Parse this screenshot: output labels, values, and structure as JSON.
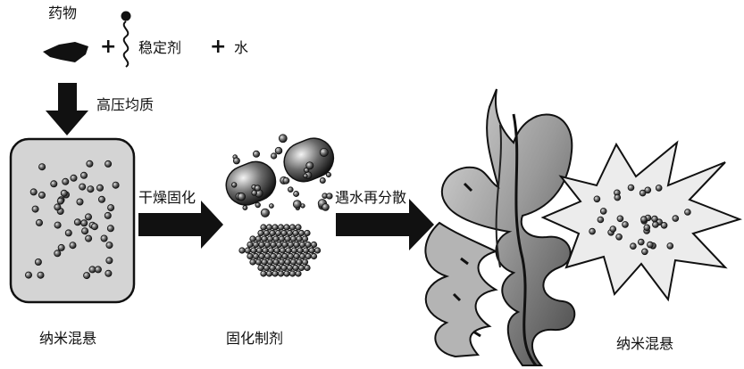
{
  "inputs": {
    "drug": "药物",
    "stabilizer": "稳定剂",
    "water": "水",
    "plus": "+"
  },
  "steps": {
    "homogenize": "高压均质",
    "dry_solidify": "干燥固化",
    "redisperse": "遇水再分散"
  },
  "products": {
    "suspension_left": "纳米混悬",
    "solid_formulation": "固化制剂",
    "suspension_right": "纳米混悬"
  }
}
